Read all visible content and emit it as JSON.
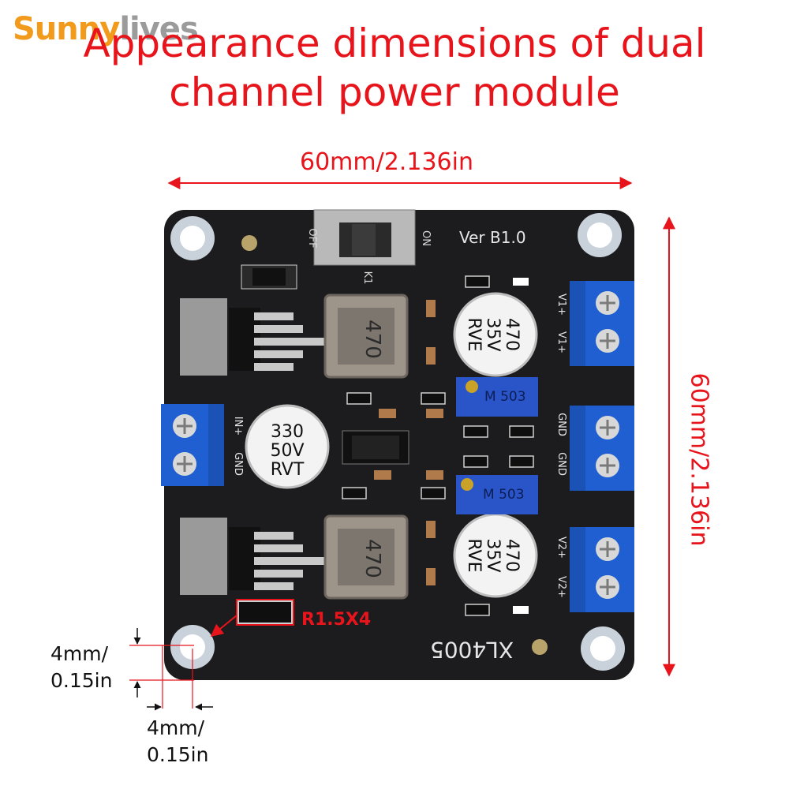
{
  "brand": {
    "part1": "Sunny",
    "part2": "lives"
  },
  "title": {
    "line1": "Appearance dimensions of dual",
    "line2": "channel power module"
  },
  "dimensions": {
    "width_label": "60mm/2.136in",
    "height_label": "60mm/2.136in",
    "hole_v_line1": "4mm/",
    "hole_v_line2": "0.15in",
    "hole_h_line1": "4mm/",
    "hole_h_line2": "0.15in"
  },
  "board": {
    "switch_off": "OFF",
    "switch_on": "ON",
    "switch_ref": "K1",
    "version": "Ver B1.0",
    "model": "XL4005",
    "resistor_callout": "R1.5X4",
    "inductor_top": "470",
    "inductor_bottom": "470",
    "cap_input": [
      "330",
      "50V",
      "RVT"
    ],
    "cap_out1": [
      "470",
      "35V",
      "RVE"
    ],
    "cap_out2": [
      "470",
      "35V",
      "RVE"
    ],
    "pot_top": "M 503",
    "pot_bottom": "M 503",
    "terminal_in_pos": "IN+",
    "terminal_in_gnd": "GND",
    "terminal_v1_pos_a": "V1+",
    "terminal_v1_pos_b": "V1+",
    "terminal_gnd_a": "GND",
    "terminal_gnd_b": "GND",
    "terminal_v2_pos_a": "V2+",
    "terminal_v2_pos_b": "V2+"
  },
  "colors": {
    "accent": "#e8141b",
    "board": "#1c1c1e",
    "terminal": "#1f5fd1",
    "pot": "#2a55c8"
  }
}
